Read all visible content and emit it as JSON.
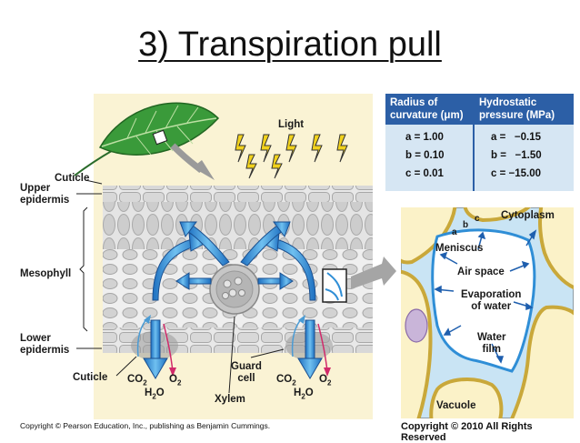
{
  "title": "3) Transpiration pull",
  "labels": {
    "light": "Light",
    "cuticle_top": "Cuticle",
    "upper_epidermis": "Upper\nepidermis",
    "mesophyll": "Mesophyll",
    "lower_epidermis": "Lower\nepidermis",
    "cuticle_bottom": "Cuticle",
    "co2_left": "CO",
    "co2_left_sub": "2",
    "o2_left": "O",
    "o2_left_sub": "2",
    "h2o_left": "H",
    "h2o_left_sub": "2",
    "h2o_left_o": "O",
    "guard_cell": "Guard\ncell",
    "xylem": "Xylem",
    "co2_right": "CO",
    "co2_right_sub": "2",
    "o2_right": "O",
    "o2_right_sub": "2",
    "h2o_right": "H",
    "h2o_right_sub": "2",
    "h2o_right_o": "O"
  },
  "table": {
    "header_left": "Radius of\ncurvature (μm)",
    "header_right": "Hydrostatic\npressure (MPa)",
    "rows": [
      {
        "left": "a = 1.00",
        "right": "a =   −0.15"
      },
      {
        "left": "b = 0.10",
        "right": "b =   −1.50"
      },
      {
        "left": "c = 0.01",
        "right": "c = −15.00"
      }
    ]
  },
  "inset_labels": {
    "a": "a",
    "b": "b",
    "c": "c",
    "cytoplasm": "Cytoplasm",
    "meniscus": "Meniscus",
    "air_space": "Air space",
    "evaporation": "Evaporation\nof water",
    "water_film": "Water\nfilm",
    "vacuole": "Vacuole"
  },
  "footer": {
    "left": "Copyright © Pearson Education, Inc., publishing as Benjamin Cummings.",
    "right": "Copyright © 2010 All Rights Reserved"
  },
  "colors": {
    "panel_bg": "#faf3d4",
    "arrow_blue": "#2f8ed6",
    "leaf_green": "#3a9a3a",
    "table_header": "#2c5fa6",
    "table_body": "#d6e6f3"
  }
}
